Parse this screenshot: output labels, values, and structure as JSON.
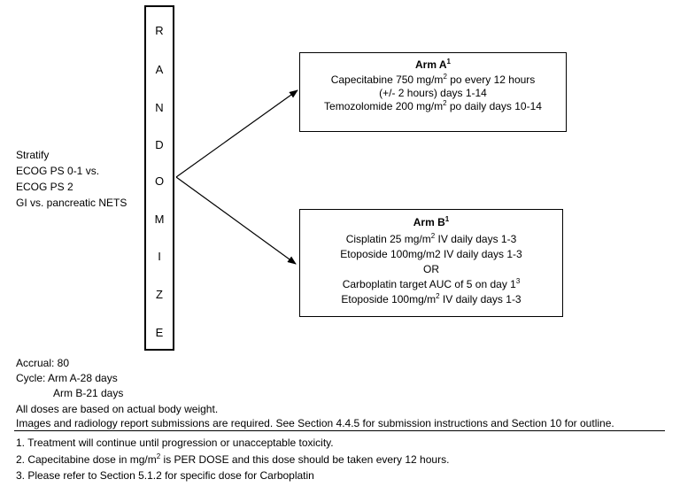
{
  "randomize": {
    "letters": [
      "R",
      "A",
      "N",
      "D",
      "O",
      "M",
      "I",
      "Z",
      "E"
    ]
  },
  "stratify": {
    "lines": [
      "Stratify",
      "ECOG PS 0-1 vs.",
      "ECOG PS 2",
      "GI vs. pancreatic NETS"
    ]
  },
  "arm_a": {
    "title": "Arm A",
    "title_sup": "1",
    "line1_pre": "Capecitabine 750 mg/m",
    "line1_sup": "2",
    "line1_post": " po every 12 hours",
    "line2": "(+/- 2 hours) days 1-14",
    "line3_pre": "Temozolomide 200 mg/m",
    "line3_sup": "2",
    "line3_post": " po daily days 10-14"
  },
  "arm_b": {
    "title": "Arm B",
    "title_sup": "1",
    "line1_pre": "Cisplatin 25 mg/m",
    "line1_sup": "2",
    "line1_post": " IV daily days 1-3",
    "line2": "Etoposide 100mg/m2 IV daily days 1-3",
    "line3": "OR",
    "line4_pre": "Carboplatin target AUC of 5 on day 1",
    "line4_sup": "3",
    "line5_pre": "Etoposide 100mg/m",
    "line5_sup": "2",
    "line5_post": " IV daily days 1-3"
  },
  "accrual": "Accrual: 80",
  "cycle": {
    "label": "Cycle:  Arm A-28 days",
    "arm_b": "Arm B-21 days"
  },
  "doses_note": "All doses are based on actual body weight.",
  "images_note": "Images and radiology report submissions are required. See Section 4.4.5 for submission instructions and Section 10 for outline.",
  "footnotes": {
    "f1": "1. Treatment will continue until progression or unacceptable toxicity.",
    "f2_pre": "2. Capecitabine dose in mg/m",
    "f2_sup": "2",
    "f2_post": " is PER DOSE and this dose should be taken every 12 hours.",
    "f3": "3. Please refer to Section 5.1.2 for specific dose for Carboplatin"
  }
}
